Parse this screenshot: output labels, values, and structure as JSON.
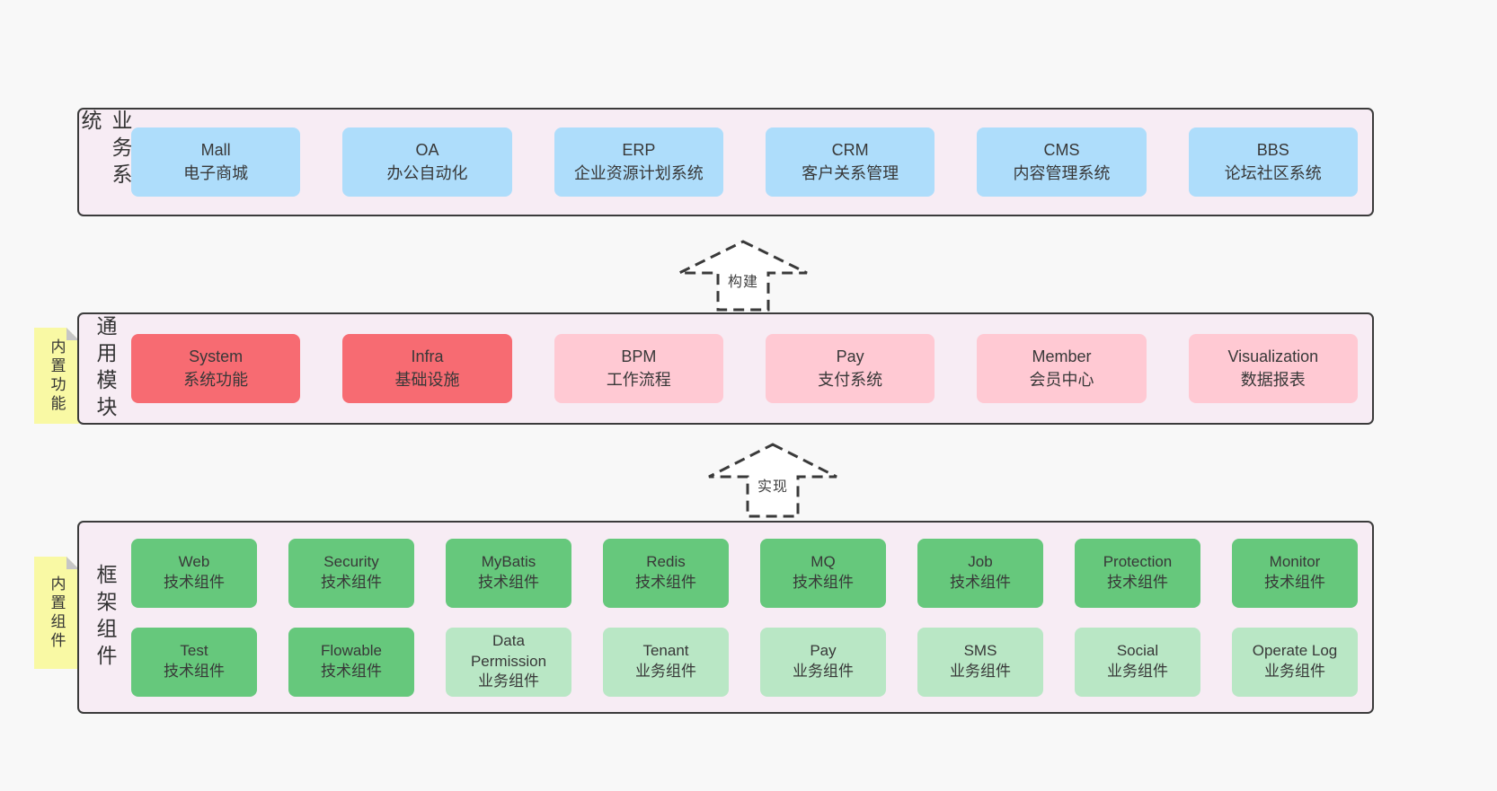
{
  "palette": {
    "page_bg": "#f8f8f8",
    "band_bg": "#f7ecf4",
    "band_border": "#3b3b3b",
    "note_yellow": "#f9f9a4",
    "note_fold_gray": "#c6c6c6",
    "blue": "#aeddfb",
    "red": "#f76b72",
    "pink": "#ffc9d3",
    "green": "#66c87c",
    "green_light": "#b9e7c5",
    "text": "#383838"
  },
  "arrows": [
    {
      "label": "构建"
    },
    {
      "label": "实现"
    }
  ],
  "bands": [
    {
      "label": "业务系统",
      "rows": [
        [
          {
            "name": "Mall",
            "subtitle": "电子商城",
            "bg": "#aeddfb"
          },
          {
            "name": "OA",
            "subtitle": "办公自动化",
            "bg": "#aeddfb"
          },
          {
            "name": "ERP",
            "subtitle": "企业资源计划系统",
            "bg": "#aeddfb"
          },
          {
            "name": "CRM",
            "subtitle": "客户关系管理",
            "bg": "#aeddfb"
          },
          {
            "name": "CMS",
            "subtitle": "内容管理系统",
            "bg": "#aeddfb"
          },
          {
            "name": "BBS",
            "subtitle": "论坛社区系统",
            "bg": "#aeddfb"
          }
        ]
      ]
    },
    {
      "label": "通用模块",
      "note": "内置功能",
      "rows": [
        [
          {
            "name": "System",
            "subtitle": "系统功能",
            "bg": "#f76b72"
          },
          {
            "name": "Infra",
            "subtitle": "基础设施",
            "bg": "#f76b72"
          },
          {
            "name": "BPM",
            "subtitle": "工作流程",
            "bg": "#ffc9d3"
          },
          {
            "name": "Pay",
            "subtitle": "支付系统",
            "bg": "#ffc9d3"
          },
          {
            "name": "Member",
            "subtitle": "会员中心",
            "bg": "#ffc9d3"
          },
          {
            "name": "Visualization",
            "subtitle": "数据报表",
            "bg": "#ffc9d3"
          }
        ]
      ]
    },
    {
      "label": "框架组件",
      "note": "内置组件",
      "rows": [
        [
          {
            "name": "Web",
            "subtitle": "技术组件",
            "bg": "#66c87c"
          },
          {
            "name": "Security",
            "subtitle": "技术组件",
            "bg": "#66c87c"
          },
          {
            "name": "MyBatis",
            "subtitle": "技术组件",
            "bg": "#66c87c"
          },
          {
            "name": "Redis",
            "subtitle": "技术组件",
            "bg": "#66c87c"
          },
          {
            "name": "MQ",
            "subtitle": "技术组件",
            "bg": "#66c87c"
          },
          {
            "name": "Job",
            "subtitle": "技术组件",
            "bg": "#66c87c"
          },
          {
            "name": "Protection",
            "subtitle": "技术组件",
            "bg": "#66c87c"
          },
          {
            "name": "Monitor",
            "subtitle": "技术组件",
            "bg": "#66c87c"
          }
        ],
        [
          {
            "name": "Test",
            "subtitle": "技术组件",
            "bg": "#66c87c"
          },
          {
            "name": "Flowable",
            "subtitle": "技术组件",
            "bg": "#66c87c"
          },
          {
            "name": "Data Permission",
            "subtitle": "业务组件",
            "bg": "#b9e7c5"
          },
          {
            "name": "Tenant",
            "subtitle": "业务组件",
            "bg": "#b9e7c5"
          },
          {
            "name": "Pay",
            "subtitle": "业务组件",
            "bg": "#b9e7c5"
          },
          {
            "name": "SMS",
            "subtitle": "业务组件",
            "bg": "#b9e7c5"
          },
          {
            "name": "Social",
            "subtitle": "业务组件",
            "bg": "#b9e7c5"
          },
          {
            "name": "Operate Log",
            "subtitle": "业务组件",
            "bg": "#b9e7c5"
          }
        ]
      ]
    }
  ]
}
